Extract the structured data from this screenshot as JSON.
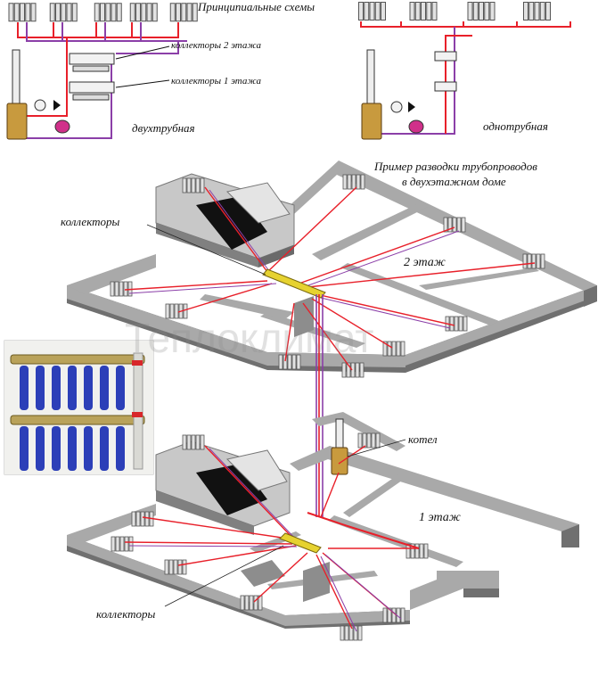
{
  "labels": {
    "schemes_title": "Принципиальные схемы",
    "collectors_floor2": "коллекторы 2 этажа",
    "collectors_floor1": "коллекторы 1 этажа",
    "two_pipe": "двухтрубная",
    "one_pipe": "однотрубная",
    "example_title_line1": "Пример разводки трубопроводов",
    "example_title_line2": "в двухэтажном доме",
    "collectors_upper": "коллекторы",
    "floor2": "2 этаж",
    "boiler": "котел",
    "floor1": "1 этаж",
    "collectors_lower": "коллекторы"
  },
  "watermark": "Теплоклимат",
  "colors": {
    "pipe_hot": "#e8202a",
    "pipe_return": "#8b3fa8",
    "wall_top": "#a9a9a9",
    "wall_side": "#707070",
    "stair_dark": "#111111",
    "collector": "#e6d230",
    "boiler": "#c89a3e",
    "radiator": "#d8d8d8",
    "pump": "#d0308a"
  }
}
